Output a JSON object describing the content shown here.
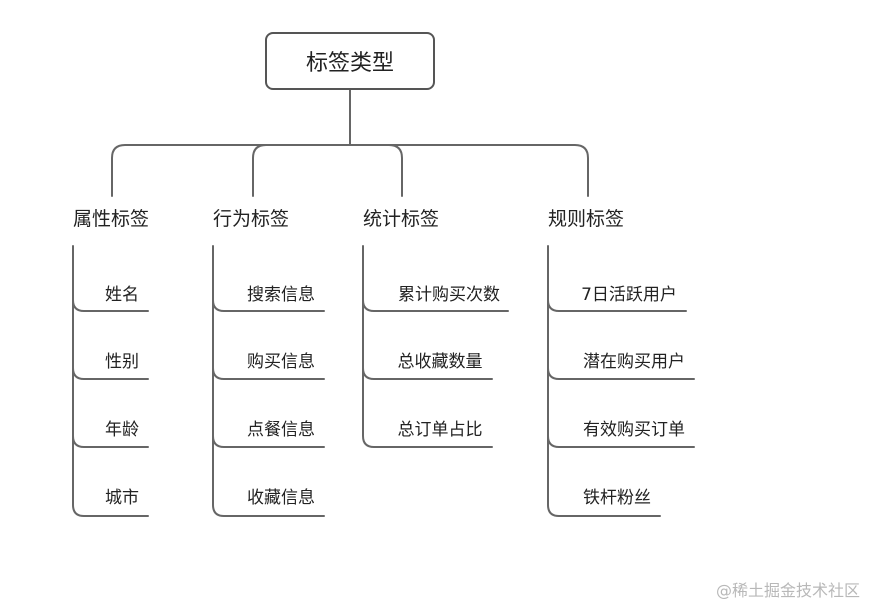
{
  "root": {
    "label": "标签类型"
  },
  "categories": [
    {
      "label": "属性标签",
      "items": [
        "姓名",
        "性别",
        "年龄",
        "城市"
      ]
    },
    {
      "label": "行为标签",
      "items": [
        "搜索信息",
        "购买信息",
        "点餐信息",
        "收藏信息"
      ]
    },
    {
      "label": "统计标签",
      "items": [
        "累计购买次数",
        "总收藏数量",
        "总订单占比"
      ]
    },
    {
      "label": "规则标签",
      "items": [
        "7日活跃用户",
        "潜在购买用户",
        "有效购买订单",
        "铁杆粉丝"
      ]
    }
  ],
  "watermark": "@稀土掘金技术社区",
  "colors": {
    "line": "#666666",
    "text": "#222222",
    "watermark": "#b8b8b8"
  }
}
